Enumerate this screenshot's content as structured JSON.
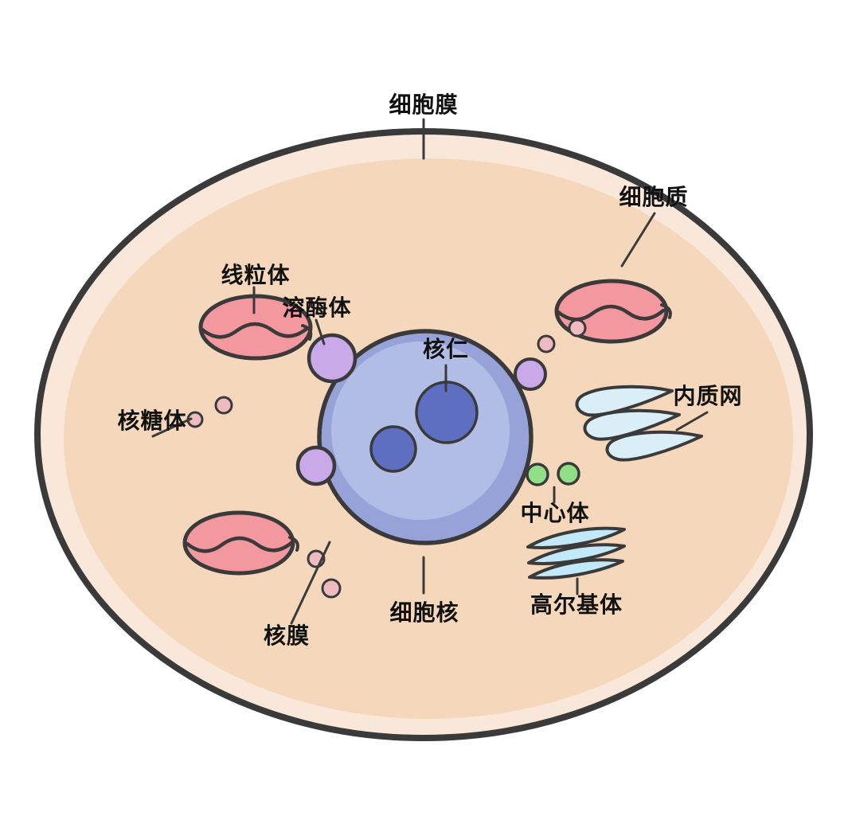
{
  "labels": {
    "cellMembrane": "细胞膜",
    "cytoplasm": "细胞质",
    "mitochondrion": "线粒体",
    "lysosome": "溶酶体",
    "nucleolus": "核仁",
    "endoplasmicReticulum": "内质网",
    "ribosome": "核糖体",
    "centrosome": "中心体",
    "golgiApparatus": "高尔基体",
    "nucleus": "细胞核",
    "nuclearMembrane": "核膜"
  },
  "colors": {
    "background": "#ffffff",
    "outline": "#3a3a3a",
    "membraneBand": "#f9e8da",
    "cytoplasmFill": "#f5d8bb",
    "nucleusRim": "#97a3d8",
    "nucleusInner": "#b2bde6",
    "nucleolusFill": "#5e6fc2",
    "mitochondrionFill": "#f4989f",
    "lysosomeFill": "#c9a9e8",
    "vesicleFill": "#eebbc0",
    "centrioleFill": "#90de85",
    "erFill": "#daeef8",
    "golgiFill": "#c2e9f8",
    "labelColor": "#111111"
  }
}
